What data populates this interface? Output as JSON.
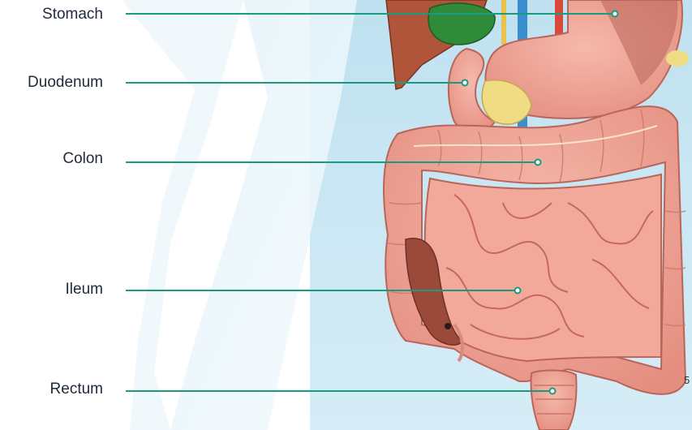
{
  "labels": [
    {
      "id": "stomach",
      "text": "Stomach"
    },
    {
      "id": "duodenum",
      "text": "Duodenum"
    },
    {
      "id": "colon",
      "text": "Colon"
    },
    {
      "id": "ileum",
      "text": "Ileum"
    },
    {
      "id": "rectum",
      "text": "Rectum"
    }
  ],
  "page_number": "5",
  "colors": {
    "leader_line": "#1a9a7e",
    "background_panel": "#c5e4f1",
    "organ_pink": "#f0a79a",
    "organ_outline": "#b9655a",
    "liver": "#b0553a",
    "gallbladder": "#2f8a3a",
    "pancreas": "#f1dc86",
    "vessel_blue": "#3b8fd0",
    "label_text": "#1f2a3a"
  }
}
